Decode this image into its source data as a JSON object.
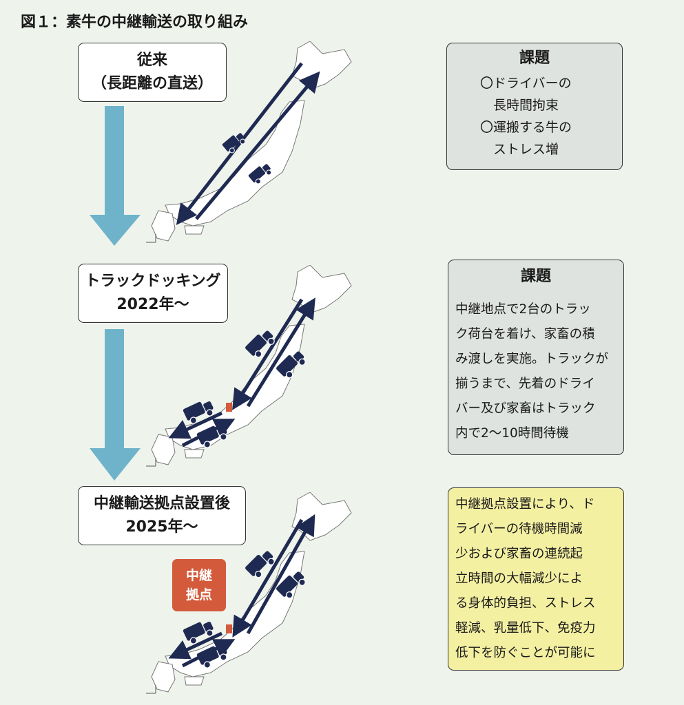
{
  "title": "図１：素牛の中継輸送の取り組み",
  "stages": [
    {
      "line1": "従来",
      "line2": "（長距離の直送）"
    },
    {
      "line1": "トラックドッキング",
      "line2": "2022年～"
    },
    {
      "line1": "中継輸送拠点設置後",
      "line2": "2025年～"
    }
  ],
  "issues": [
    {
      "heading": "課題",
      "lines": [
        "〇ドライバーの",
        "　長時間拘束",
        "〇運搬する牛の",
        "　ストレス増"
      ]
    },
    {
      "heading": "課題",
      "lines": [
        "中継地点で2台のトラッ",
        "ク荷台を着け、家畜の積",
        "み渡しを実施。トラックが",
        "揃うまで、先着のドライ",
        "バー及び家畜はトラック",
        "内で2～10時間待機"
      ]
    },
    {
      "lines": [
        "中継拠点設置により、ド",
        "ライバーの待機時間減",
        "少および家畜の連続起",
        "立時間の大幅減少によ",
        "る身体的負担、ストレス",
        "軽減、乳量低下、免疫力",
        "低下を防ぐことが可能に"
      ]
    }
  ],
  "relay_badge": {
    "line1": "中継",
    "line2": "拠点"
  },
  "colors": {
    "background": "#eef3ec",
    "flow_arrow": "#6fb3cb",
    "route_arrow": "#1f2a52",
    "relay": "#d35a3a",
    "issue_box": "#dfe3df",
    "result_box": "#f4f0a2"
  }
}
